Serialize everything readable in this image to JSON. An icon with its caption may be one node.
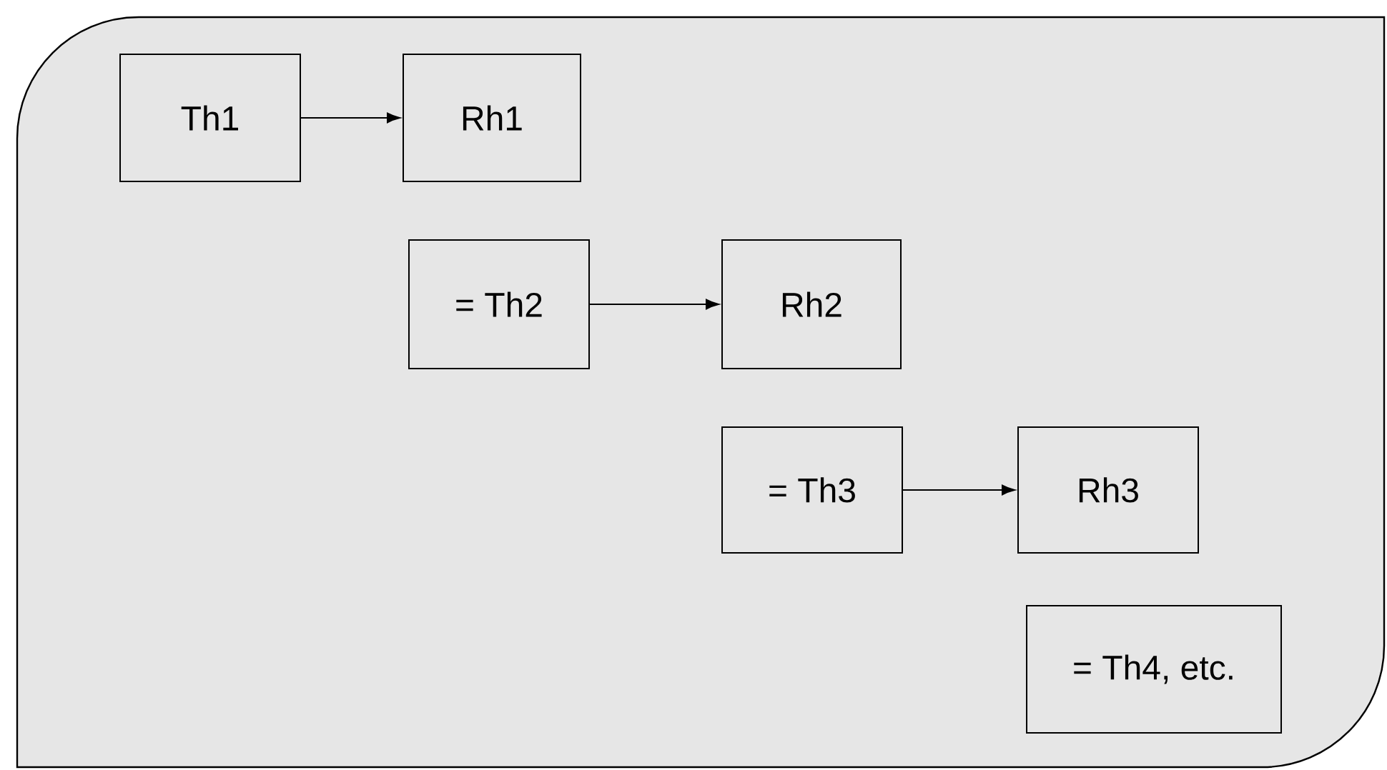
{
  "diagram": {
    "nodes": [
      {
        "text": [
          "Th1"
        ]
      },
      {
        "text": [
          "Rh1"
        ]
      },
      {
        "text": [
          "= Th2"
        ]
      },
      {
        "text": [
          "Rh2"
        ]
      },
      {
        "text": [
          "= Th3"
        ]
      },
      {
        "text": [
          "Rh3"
        ]
      },
      {
        "text": [
          "= Th4, etc."
        ]
      }
    ],
    "edges": [
      {
        "from": 0,
        "to": 1,
        "arrow": "to"
      },
      {
        "from": 2,
        "to": 3,
        "arrow": "to"
      },
      {
        "from": 4,
        "to": 5,
        "arrow": "to"
      }
    ]
  }
}
